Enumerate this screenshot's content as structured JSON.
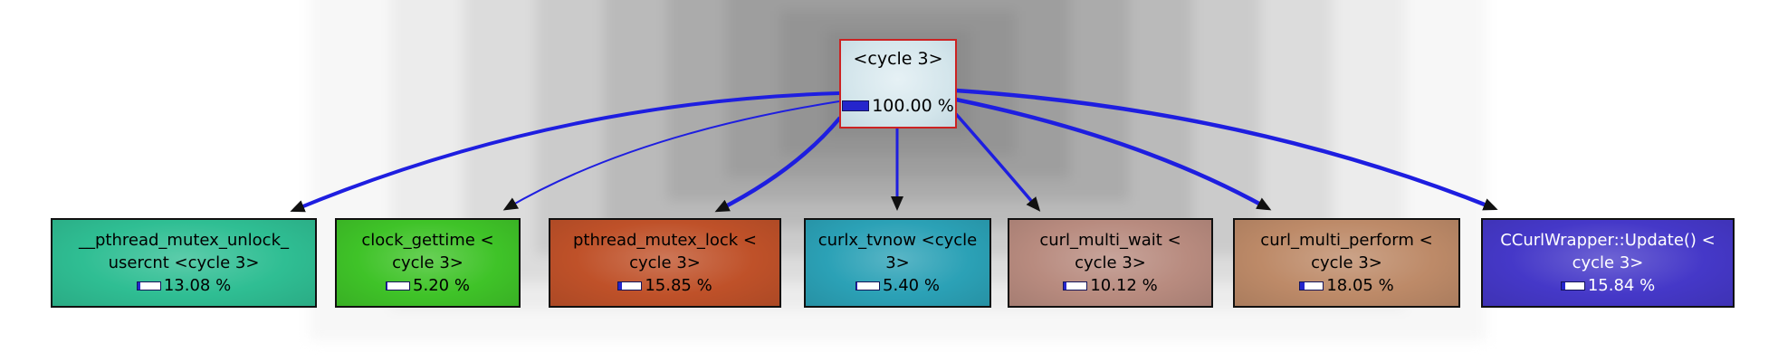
{
  "root_node": {
    "label": "<cycle 3>",
    "percent": "100.00 %",
    "percent_value": 100.0,
    "bg_color": "#d3e5eb",
    "border_color": "#cc2222"
  },
  "nodes": [
    {
      "name_lines": [
        "__pthread_mutex_unlock_",
        "usercnt <cycle 3>"
      ],
      "percent": "13.08 %",
      "percent_value": 13.08,
      "color": "#2fbe93",
      "text_color": "#000000"
    },
    {
      "name_lines": [
        "clock_gettime <",
        "cycle 3>"
      ],
      "percent": "5.20 %",
      "percent_value": 5.2,
      "color": "#3fc328",
      "text_color": "#000000"
    },
    {
      "name_lines": [
        "pthread_mutex_lock <",
        "cycle 3>"
      ],
      "percent": "15.85 %",
      "percent_value": 15.85,
      "color": "#bf5129",
      "text_color": "#000000"
    },
    {
      "name_lines": [
        "curlx_tvnow <cycle",
        "3>"
      ],
      "percent": "5.40 %",
      "percent_value": 5.4,
      "color": "#2ba1b6",
      "text_color": "#000000"
    },
    {
      "name_lines": [
        "curl_multi_wait <",
        "cycle 3>"
      ],
      "percent": "10.12 %",
      "percent_value": 10.12,
      "color": "#b88b7f",
      "text_color": "#000000"
    },
    {
      "name_lines": [
        "curl_multi_perform <",
        "cycle 3>"
      ],
      "percent": "18.05 %",
      "percent_value": 18.05,
      "color": "#bd8a68",
      "text_color": "#000000"
    },
    {
      "name_lines": [
        "CCurlWrapper::Update() <",
        "cycle 3>"
      ],
      "percent": "15.84 %",
      "percent_value": 15.84,
      "color": "#4538c8",
      "text_color": "#ffffff"
    }
  ],
  "colors": {
    "edge": "#1e1ee0",
    "arrowhead": "#111111",
    "bar_fill": "#2525cc",
    "bar_bg": "#ffffff"
  }
}
